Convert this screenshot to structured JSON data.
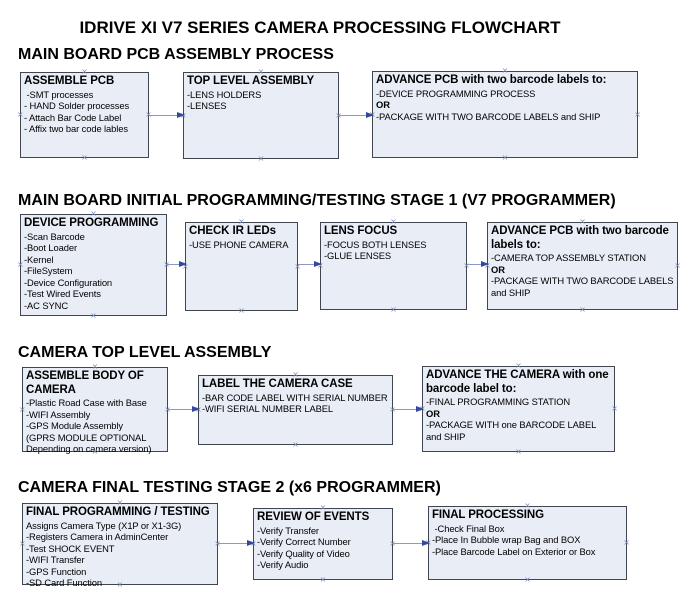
{
  "title": "IDRIVE XI V7 SERIES CAMERA PROCESSING FLOWCHART",
  "colors": {
    "box_fill": "#e9edf6",
    "box_border": "#3f4650",
    "arrow_line": "#8b99c6",
    "arrow_head": "#3349a0",
    "connector": "#7d8db9"
  },
  "sections": [
    {
      "header": "MAIN BOARD PCB ASSEMBLY PROCESS",
      "boxes": [
        {
          "title": "ASSEMBLE PCB",
          "lines": [
            " -SMT processes",
            "- HAND Solder processes",
            "- Attach Bar Code Label",
            "- Affix two bar code lables"
          ]
        },
        {
          "title": "TOP LEVEL ASSEMBLY",
          "lines": [
            "-LENS HOLDERS",
            "-LENSES"
          ]
        },
        {
          "title": "ADVANCE PCB with two barcode labels to:",
          "lines": [
            "-DEVICE PROGRAMMING PROCESS",
            {
              "text": "OR",
              "bold": true
            },
            "-PACKAGE WITH TWO BARCODE LABELS and SHIP"
          ]
        }
      ]
    },
    {
      "header": "MAIN BOARD INITIAL PROGRAMMING/TESTING STAGE 1 (V7 PROGRAMMER)",
      "boxes": [
        {
          "title": "DEVICE PROGRAMMING",
          "lines": [
            "-Scan Barcode",
            "-Boot Loader",
            "-Kernel",
            "-FileSystem",
            "-Device Configuration",
            "-Test Wired Events",
            "-AC SYNC"
          ]
        },
        {
          "title": "CHECK IR LEDs",
          "lines": [
            "-USE PHONE CAMERA"
          ]
        },
        {
          "title": "LENS FOCUS",
          "lines": [
            "-FOCUS BOTH LENSES",
            "-GLUE LENSES"
          ]
        },
        {
          "title": "ADVANCE PCB with two barcode labels to:",
          "lines": [
            "-CAMERA TOP ASSEMBLY STATION",
            {
              "text": "OR",
              "bold": true
            },
            "-PACKAGE WITH TWO BARCODE LABELS and SHIP"
          ]
        }
      ]
    },
    {
      "header": "CAMERA TOP LEVEL ASSEMBLY",
      "boxes": [
        {
          "title": "ASSEMBLE BODY OF CAMERA",
          "lines": [
            "-Plastic Road Case with Base",
            "-WIFI Assembly",
            "-GPS Module Assembly",
            "(GPRS MODULE OPTIONAL",
            "Depending on camera version)"
          ]
        },
        {
          "title": "LABEL THE CAMERA CASE",
          "lines": [
            "-BAR CODE LABEL WITH SERIAL NUMBER",
            "-WIFI SERIAL NUMBER LABEL"
          ]
        },
        {
          "title": "ADVANCE THE CAMERA with one barcode label to:",
          "lines": [
            "-FINAL PROGRAMMING STATION",
            {
              "text": "OR",
              "bold": true
            },
            "-PACKAGE WITH one BARCODE LABEL and SHIP"
          ]
        }
      ]
    },
    {
      "header": "CAMERA FINAL TESTING STAGE 2 (x6 PROGRAMMER)",
      "boxes": [
        {
          "title": "FINAL PROGRAMMING / TESTING",
          "lines": [
            "Assigns Camera Type (X1P or X1-3G)",
            "-Registers Camera in AdminCenter",
            "-Test SHOCK EVENT",
            "-WIFI Transfer",
            "-GPS Function",
            "-SD Card Function"
          ]
        },
        {
          "title": "REVIEW OF EVENTS",
          "lines": [
            "-Verify Transfer",
            "-Verify Correct Number",
            "-Verify Quality of Video",
            "-Verify Audio"
          ]
        },
        {
          "title": "FINAL PROCESSING",
          "lines": [
            " -Check Final Box",
            "-Place In Bubble wrap Bag and BOX",
            "-Place Barcode Label on Exterior or Box"
          ]
        }
      ]
    }
  ]
}
